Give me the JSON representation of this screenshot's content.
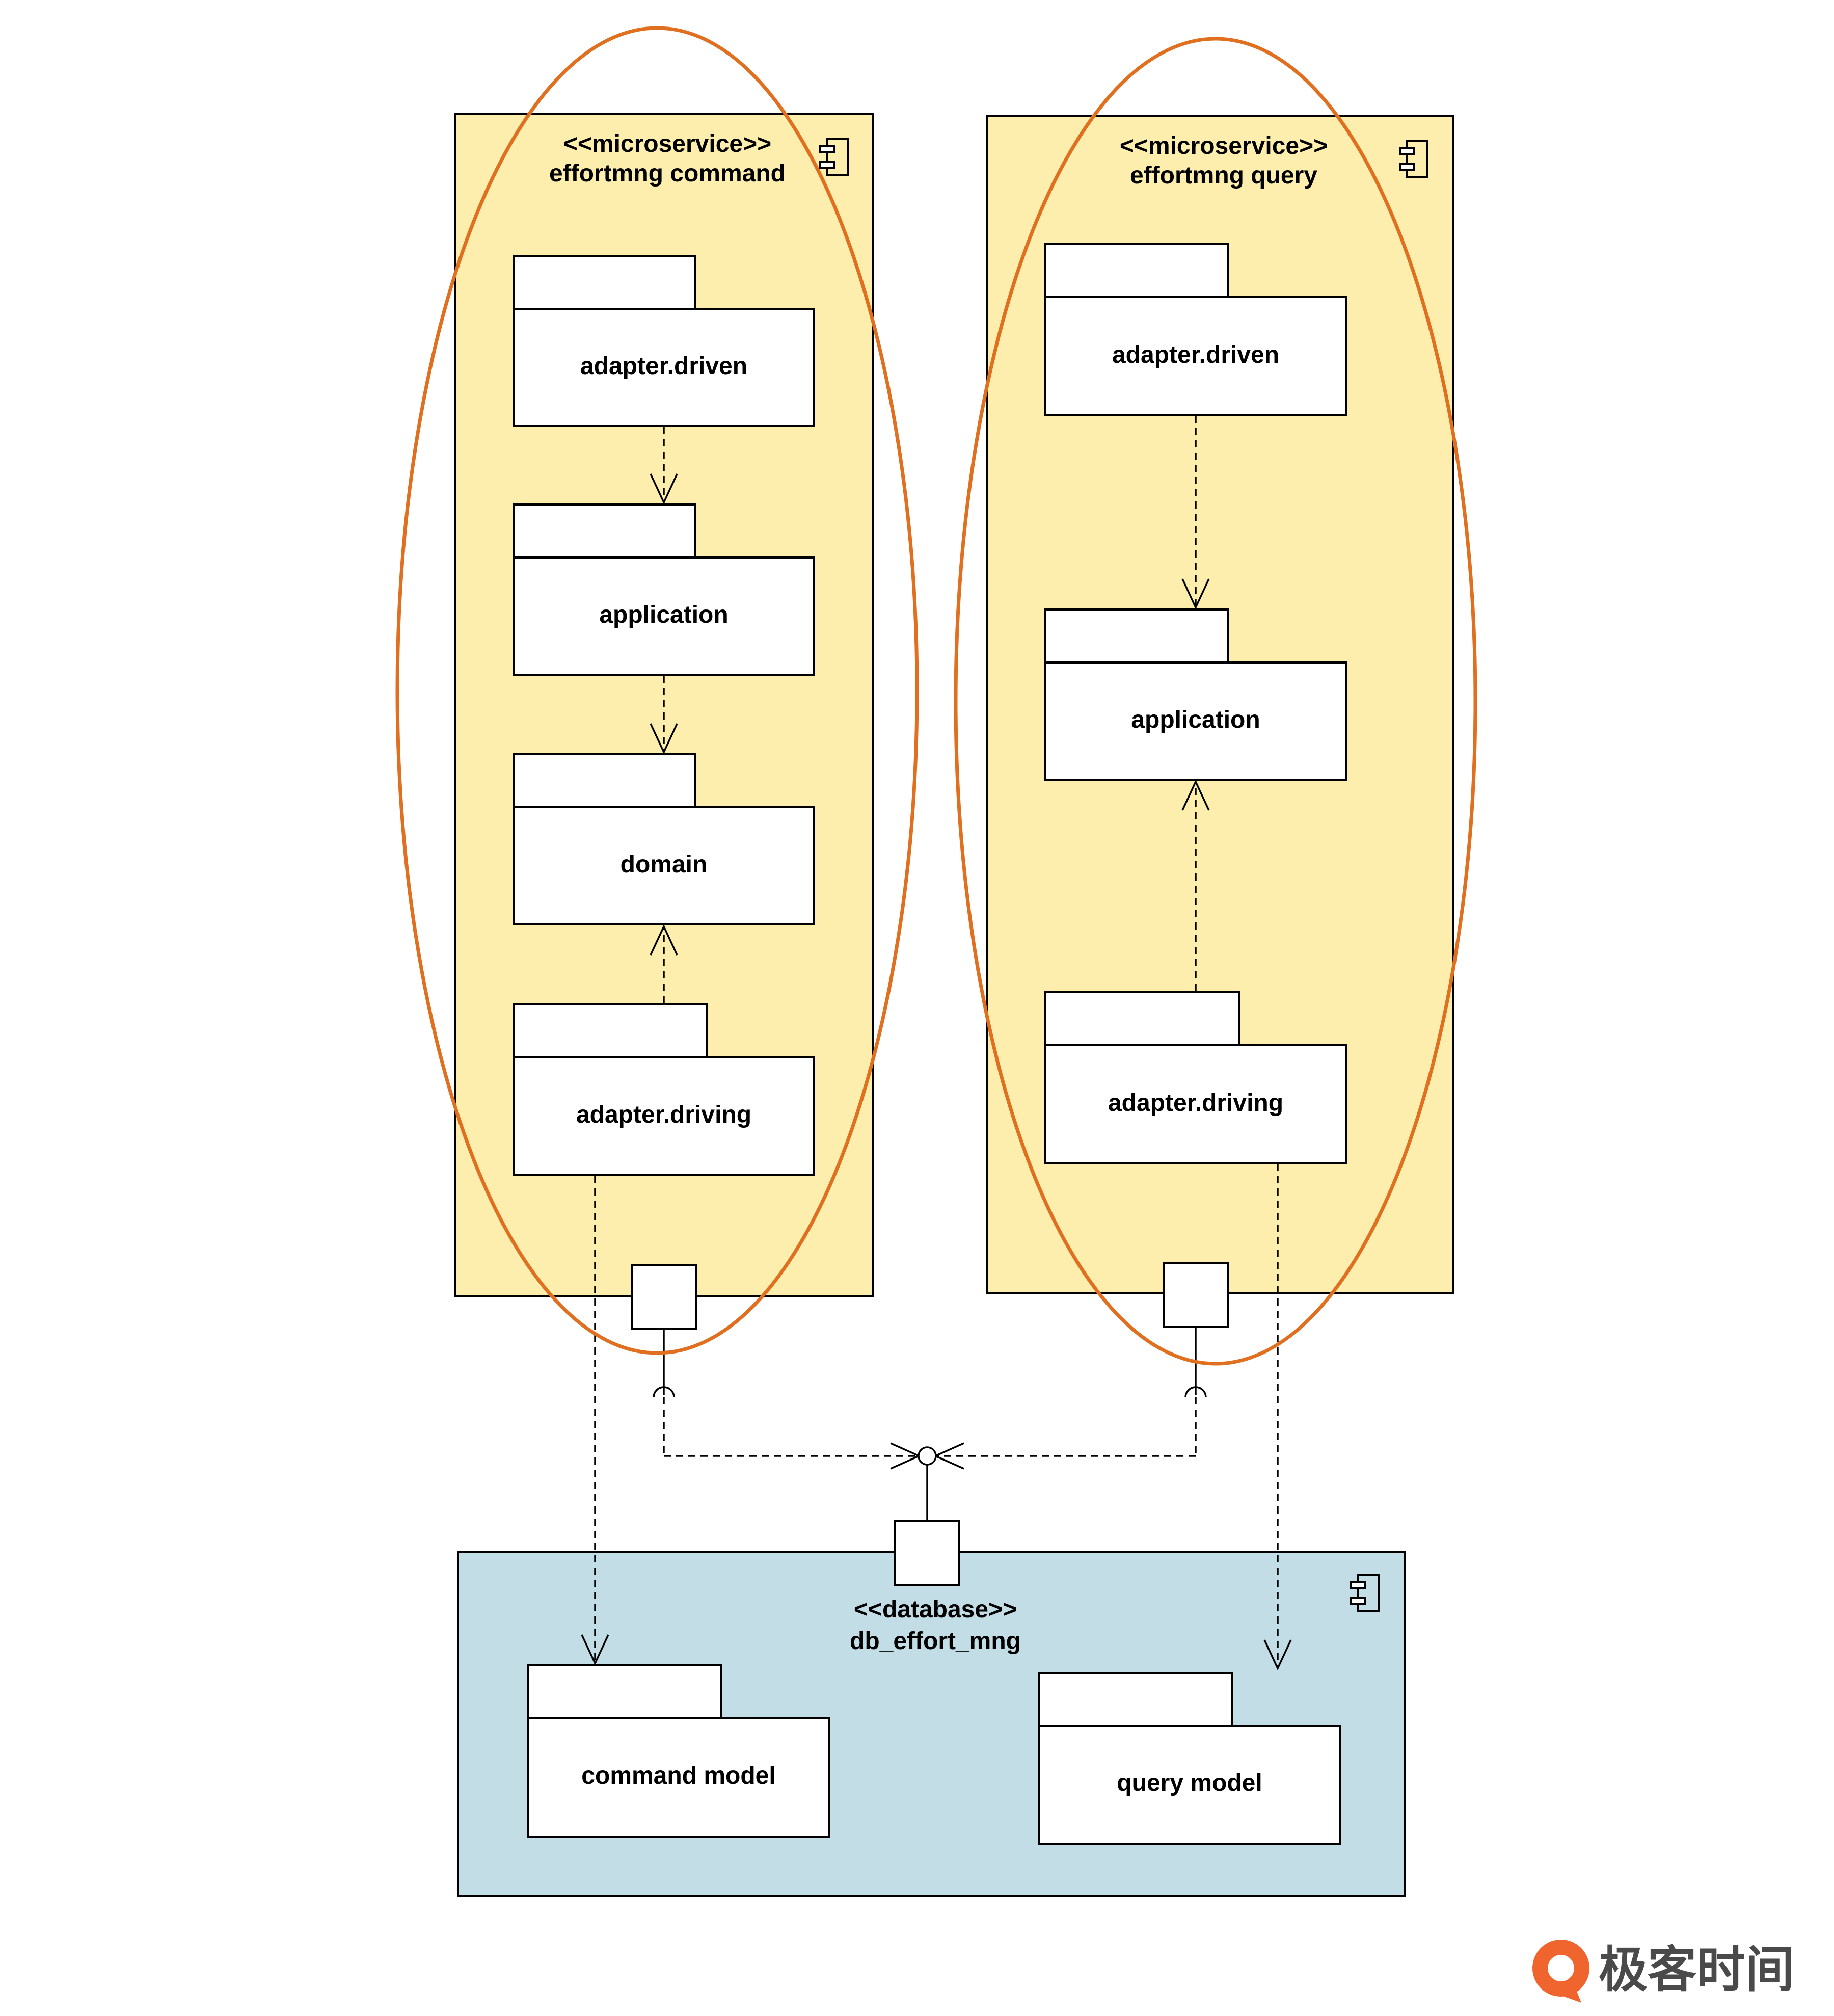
{
  "colors": {
    "microservice_fill": "#fdeeae",
    "database_fill": "#c2dde6",
    "highlight_oval": "#e07020",
    "logo_orange": "#f0642d",
    "logo_text": "#4a4a4a"
  },
  "command_service": {
    "stereotype": "<<microservice>>",
    "name": "effortmng command",
    "icon": "uml-component-icon",
    "packages": [
      "adapter.driven",
      "application",
      "domain",
      "adapter.driving"
    ]
  },
  "query_service": {
    "stereotype": "<<microservice>>",
    "name": "effortmng query",
    "icon": "uml-component-icon",
    "packages": [
      "adapter.driven",
      "application",
      "adapter.driving"
    ]
  },
  "database": {
    "stereotype": "<<database>>",
    "name": "db_effort_mng",
    "icon": "uml-component-icon",
    "packages": [
      "command model",
      "query model"
    ]
  },
  "watermark": {
    "text": "极客时间",
    "icon": "geektime-logo-icon"
  }
}
